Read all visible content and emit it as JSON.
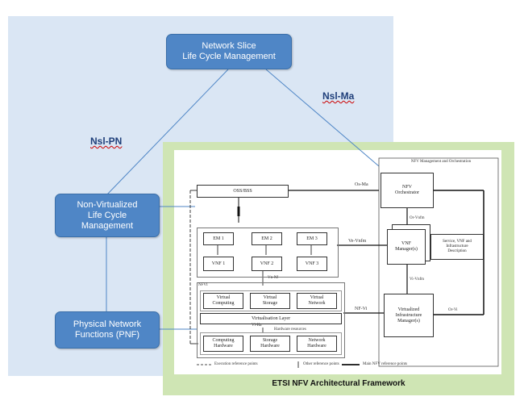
{
  "boxes": {
    "nslcm": "Network Slice\nLife Cycle Management",
    "nvlcm": "Non-Virtualized\nLife Cycle\nManagement",
    "pnf": "Physical Network\nFunctions (PNF)"
  },
  "links": {
    "nsl_ma": "Nsl-Ma",
    "nsl_pn": "Nsl-PN"
  },
  "etsi": {
    "caption": "ETSI NFV Architectural Framework",
    "mano_title": "NFV Management and Orchestration",
    "oss_bss": "OSS/BSS",
    "nfvo": "NFV\nOrchestrator",
    "vnfm": "VNF\nManager(s)",
    "vim": "Virtualized\nInfrastructure\nManager(s)",
    "descriptors": "Service, VNF and\nInfrastructure\nDescription",
    "em": [
      "EM 1",
      "EM 2",
      "EM 3"
    ],
    "vnf": [
      "VNF 1",
      "VNF 2",
      "VNF 3"
    ],
    "nfvi": "NFVI",
    "virtual": [
      "Virtual\nComputing",
      "Virtual\nStorage",
      "Virtual\nNetwork"
    ],
    "virt_layer": "Virtualisation Layer",
    "hw_resources": "Hardware resources",
    "hw": [
      "Computing\nHardware",
      "Storage\nHardware",
      "Network\nHardware"
    ],
    "ref_points": {
      "os_ma": "Os-Ma",
      "or_vnfm": "Or-Vnfm",
      "ve_vnfm": "Ve-Vnfm",
      "vi_vnfm": "Vi-Vnfm",
      "nf_vi": "NF-Vi",
      "or_vi": "Or-Vi",
      "vn_nf": "Vn-Nf",
      "vl_ha": "Vl-Ha"
    },
    "legend": [
      "Execution reference points",
      "Other reference points",
      "Main NFV reference points"
    ]
  }
}
